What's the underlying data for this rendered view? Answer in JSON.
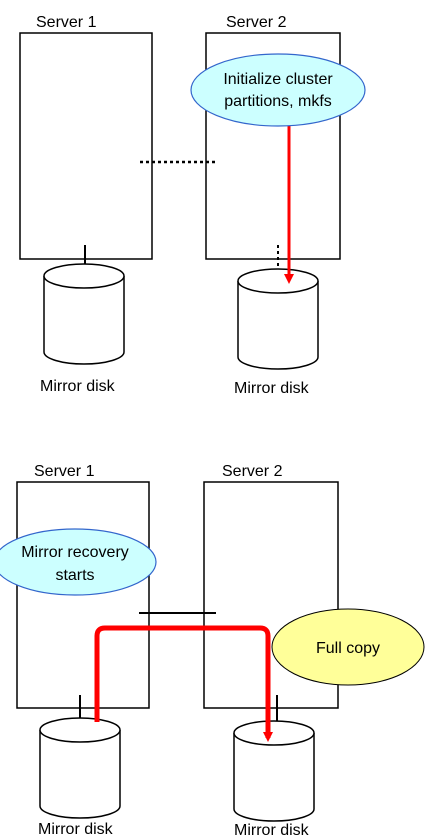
{
  "colors": {
    "background": "#ffffff",
    "outline": "#000000",
    "arrow": "#ff0000",
    "callout_blue": "#ccffff",
    "callout_blue_border": "#3366cc",
    "callout_yellow": "#ffff99"
  },
  "panel_top": {
    "server1_label": "Server 1",
    "server2_label": "Server 2",
    "callout_line1": "Initialize cluster",
    "callout_line2": "partitions, mkfs",
    "disk1_label": "Mirror disk",
    "disk2_label": "Mirror disk"
  },
  "panel_bottom": {
    "server1_label": "Server 1",
    "server2_label": "Server 2",
    "callout_line1": "Mirror recovery",
    "callout_line2": "starts",
    "copy_label": "Full copy",
    "disk1_label": "Mirror disk",
    "disk2_label": "Mirror disk"
  }
}
